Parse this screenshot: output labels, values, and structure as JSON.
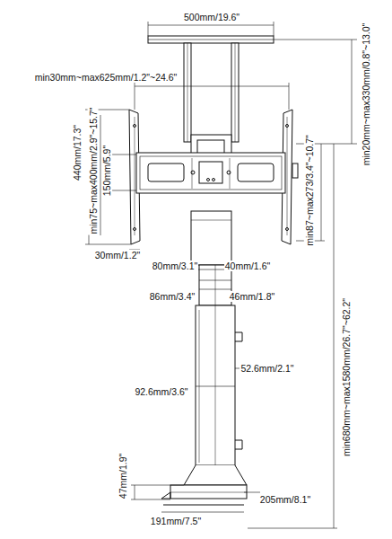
{
  "diagram": {
    "labels": [
      "500mm/19.6\"",
      "min30mm~max625mm/1.2\"~24.6\"",
      "min20mm~max330mm/0.8\"~13.0\"",
      "440mm/17.3\"",
      "min75~max400mm/2.9\"~15.7\"",
      "150mm/5.9\"",
      "min87~max273/3.4\"~10.7\"",
      "30mm/1.2\"",
      "80mm/3.1\"",
      "40mm/1.6\"",
      "86mm/3.4\"",
      "46mm/1.8\"",
      "min680mm~max1580mm/26.7\"~62.2\"",
      "92.6mm/3.6\"",
      "52.6mm/2.1\"",
      "47mm/1.9\"",
      "191mm/7.5\"",
      "205mm/8.1\""
    ]
  }
}
